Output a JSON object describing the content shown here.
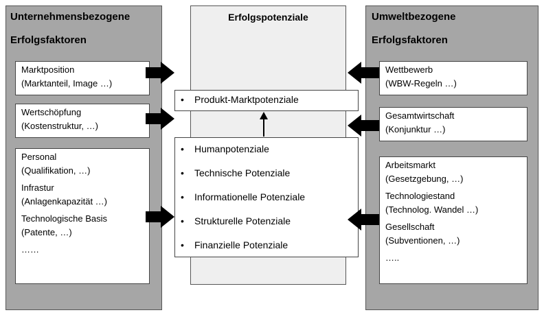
{
  "left_panel": {
    "title_line1": "Unternehmensbezogene",
    "title_line2": "Erfolgsfaktoren",
    "box1": [
      "Marktposition",
      "(Marktanteil, Image …)"
    ],
    "box2": [
      "Wertschöpfung",
      "(Kostenstruktur, …)"
    ],
    "box3": [
      "Personal",
      "(Qualifikation, …)",
      "Infrastur",
      "(Anlagenkapazität …)",
      "Technologische Basis",
      "(Patente, …)",
      "……"
    ]
  },
  "center_panel": {
    "title": "Erfolgspotenziale",
    "top_item": "Produkt-Marktpotenziale",
    "items": [
      "Humanpotenziale",
      "Technische Potenziale",
      "Informationelle Potenziale",
      "Strukturelle Potenziale",
      "Finanzielle Potenziale"
    ],
    "bullet": "•"
  },
  "right_panel": {
    "title_line1": "Umweltbezogene",
    "title_line2": "Erfolgsfaktoren",
    "box1": [
      "Wettbewerb",
      "(WBW-Regeln …)"
    ],
    "box2": [
      "Gesamtwirtschaft",
      "(Konjunktur …)"
    ],
    "box3": [
      "Arbeitsmarkt",
      "(Gesetzgebung, …)",
      "Technologiestand",
      "(Technolog. Wandel …)",
      "Gesellschaft",
      "(Subventionen, …)",
      "….."
    ]
  }
}
